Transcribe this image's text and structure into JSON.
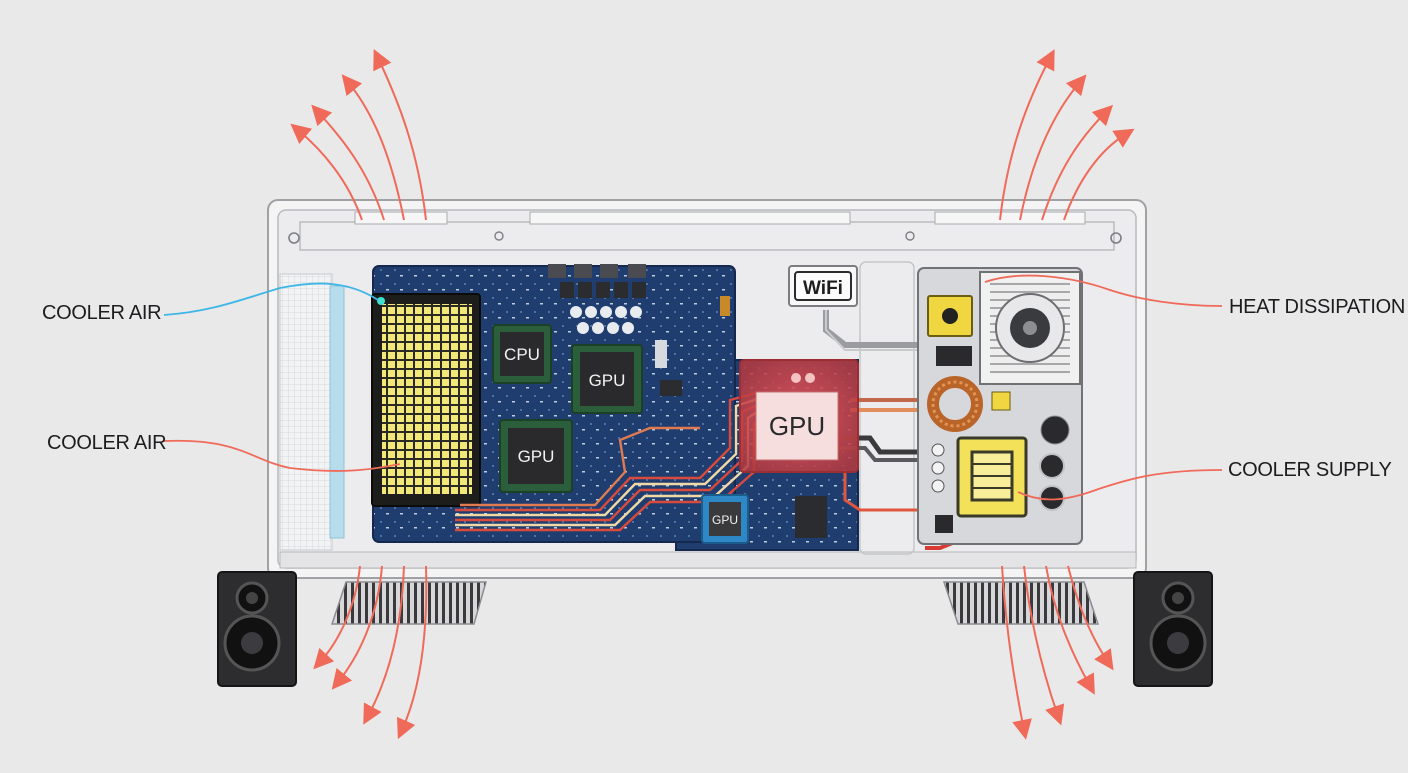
{
  "labels": {
    "cooler_air_top": "COOLER AIR",
    "cooler_air_mid": "COOLER AIR",
    "heat_dissipation": "HEAT DISSIPATION",
    "cooler_supply": "COOLER SUPPLY"
  },
  "chips": {
    "cpu": "CPU",
    "gpu_a": "GPU",
    "gpu_b": "GPU",
    "gpu_main": "GPU",
    "gpu_small": "GPU"
  },
  "wifi_badge": "WiFi",
  "colors": {
    "background": "#e9e9ea",
    "chassis": "#f4f4f5",
    "board": "#1e3a6b",
    "hot_airflow": "#f06a5a",
    "cool_airflow": "#3fb7e6",
    "led_panel": "#f2e87a",
    "transformer": "#f3e15a"
  },
  "icons": [
    "speaker-left-icon",
    "speaker-right-icon",
    "wifi-icon",
    "fan-icon",
    "toroid-coil-icon",
    "transformer-icon"
  ]
}
